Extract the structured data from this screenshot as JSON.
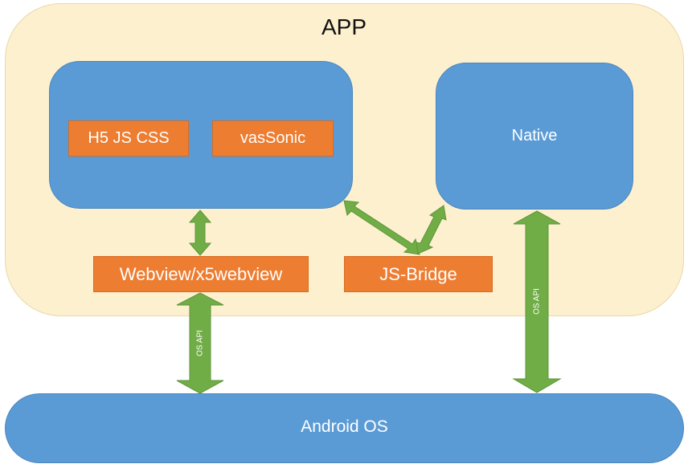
{
  "app": {
    "title": "APP"
  },
  "blocks": {
    "h5": "H5 JS CSS",
    "vassonic": "vasSonic",
    "native": "Native",
    "webview": "Webview/x5webview",
    "jsbridge": "JS-Bridge",
    "android": "Android OS"
  },
  "arrows": {
    "os_api_left": "OS API",
    "os_api_right": "OS API"
  },
  "colors": {
    "app_background": "#fdf0cf",
    "container_blue": "#5b9bd5",
    "component_orange": "#ed7d31",
    "arrow_green": "#70ad47"
  }
}
